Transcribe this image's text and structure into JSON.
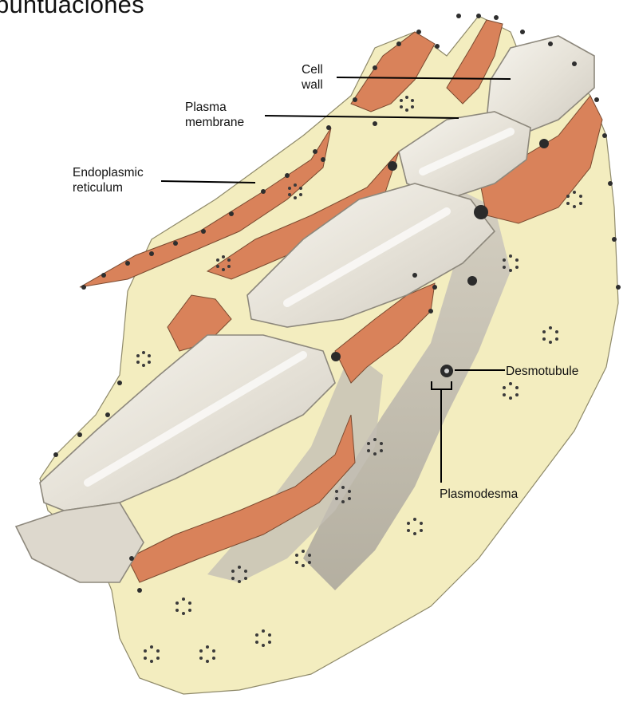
{
  "title": "puntuaciones",
  "labels": {
    "cell_wall": [
      "Cell",
      "wall"
    ],
    "plasma_membrane": [
      "Plasma",
      "membrane"
    ],
    "endoplasmic_reticulum": [
      "Endoplasmic",
      "reticulum"
    ],
    "desmotubule": "Desmotubule",
    "plasmodesma": "Plasmodesma"
  },
  "colors": {
    "cytoplasm": "#f3edbf",
    "er": "#d9825a",
    "cell_wall": "#ebe7dc",
    "wall_shadow": "#b8b3aa",
    "ribosome": "#3a3a3a",
    "leader_line": "#000000"
  }
}
